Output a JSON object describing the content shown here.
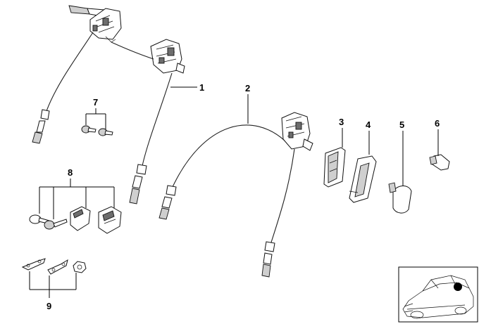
{
  "callouts": [
    {
      "id": "1",
      "text": "1"
    },
    {
      "id": "2",
      "text": "2"
    },
    {
      "id": "3",
      "text": "3"
    },
    {
      "id": "4",
      "text": "4"
    },
    {
      "id": "5",
      "text": "5"
    },
    {
      "id": "6",
      "text": "6"
    },
    {
      "id": "7",
      "text": "7"
    },
    {
      "id": "8",
      "text": "8"
    },
    {
      "id": "9",
      "text": "9"
    }
  ],
  "colors": {
    "line": "#000000",
    "shade": "#cfcfcf",
    "dark": "#6d6d6d",
    "background": "#ffffff"
  }
}
